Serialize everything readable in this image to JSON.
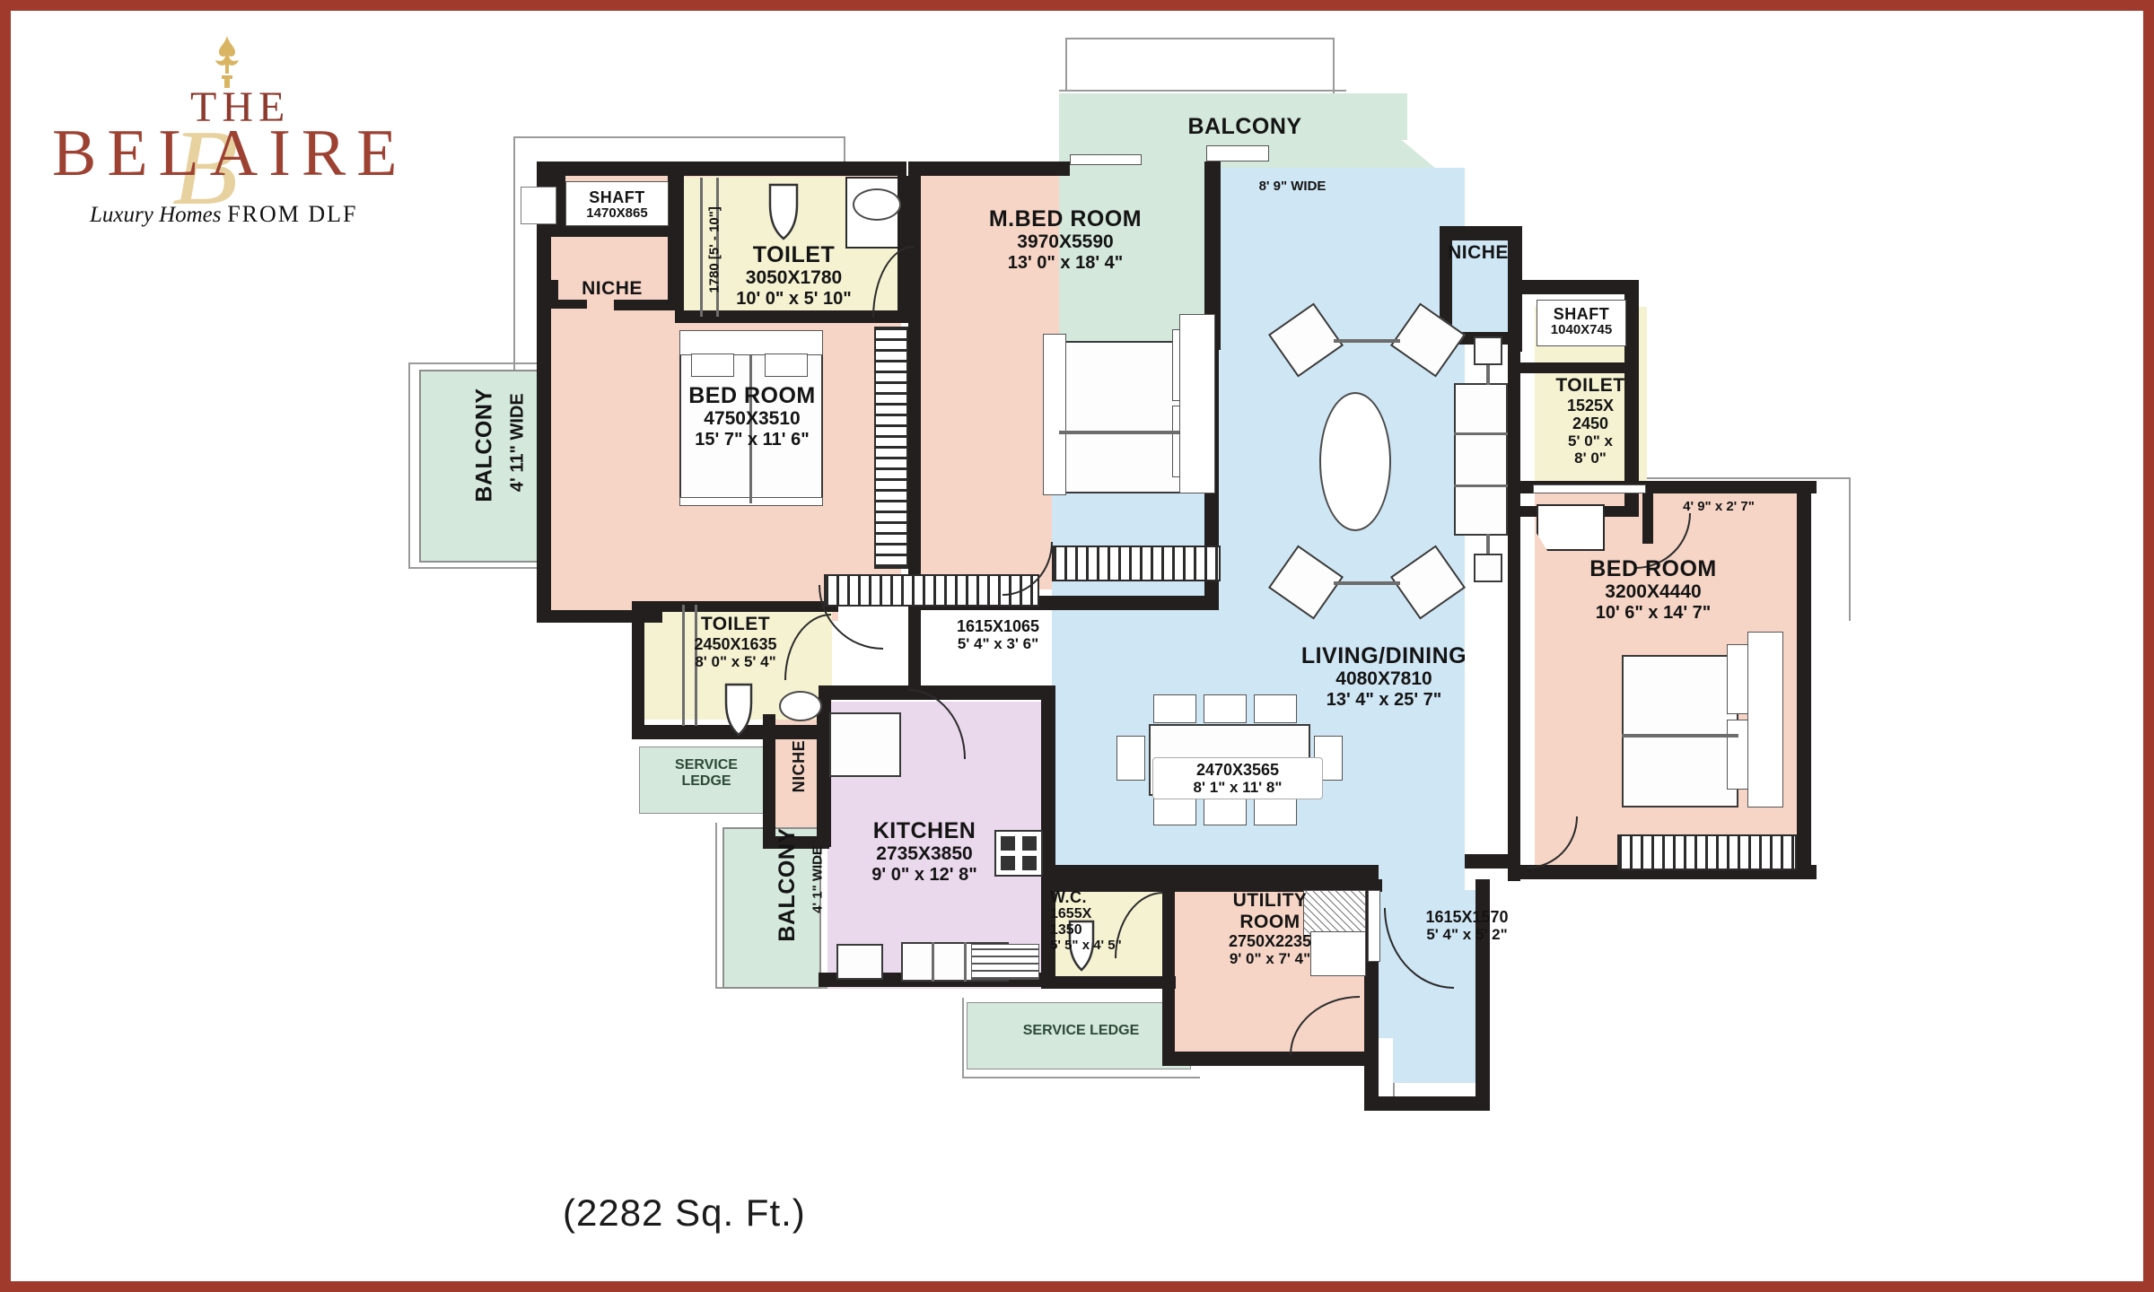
{
  "brand": {
    "line_the": "THE",
    "line_name": "BELAIRE",
    "script_letter": "B",
    "tagline_italic": "Luxury Homes",
    "tagline_caps": "FROM DLF",
    "accent_color": "#9d4233",
    "gold_color": "#d9b463",
    "frame_color": "#a03a2c"
  },
  "footer": {
    "area_label": "(2282 Sq. Ft.)"
  },
  "legend_colors": {
    "bedroom": "#f6d5c6",
    "living": "#cfe6f4",
    "balcony": "#d4e8dc",
    "toilet": "#f5f2d2",
    "kitchen": "#ead8ec",
    "wall": "#231f1e"
  },
  "rooms": {
    "shaft_left": {
      "name": "SHAFT",
      "mm": "1470X865",
      "ft": ""
    },
    "niche_left": {
      "name": "NICHE",
      "mm": "",
      "ft": ""
    },
    "toilet_top": {
      "name": "TOILET",
      "mm": "3050X1780",
      "ft": "10' 0\" x 5' 10\""
    },
    "toilet_top_side": {
      "name": "1780 [5' - 10\"]"
    },
    "bedroom_left": {
      "name": "BED ROOM",
      "mm": "4750X3510",
      "ft": "15' 7\" x 11' 6\""
    },
    "master_bed": {
      "name": "M.BED ROOM",
      "mm": "3970X5590",
      "ft": "13' 0\" x 18' 4\""
    },
    "balcony_top": {
      "name": "BALCONY",
      "mm": "",
      "ft": "8' 9\" WIDE"
    },
    "balcony_left": {
      "name": "BALCONY",
      "mm": "",
      "ft": "4' 11\" WIDE"
    },
    "balcony_bottom": {
      "name": "BALCONY",
      "mm": "",
      "ft": "4' 1\" WIDE"
    },
    "niche_right": {
      "name": "NICHE",
      "mm": "",
      "ft": ""
    },
    "shaft_right": {
      "name": "SHAFT",
      "mm": "1040X745",
      "ft": ""
    },
    "toilet_right": {
      "name": "TOILET",
      "mm": "1525X",
      "mm2": "2450",
      "ft": "5' 0\" x",
      "ft2": "8' 0\""
    },
    "bedroom_right": {
      "name": "BED ROOM",
      "mm": "3200X4440",
      "ft": "10' 6\" x 14' 7\""
    },
    "dress_right": {
      "name": "",
      "mm": "",
      "ft": "4' 9\" x 2' 7\""
    },
    "living_dining": {
      "name": "LIVING/DINING",
      "mm": "4080X7810",
      "ft": "13' 4\" x 25' 7\""
    },
    "dining_inset": {
      "name": "",
      "mm": "2470X3565",
      "ft": "8' 1\" x 11' 8\""
    },
    "corridor": {
      "name": "",
      "mm": "1615X1065",
      "ft": "5' 4\" x 3' 6\""
    },
    "toilet_mid": {
      "name": "TOILET",
      "mm": "2450X1635",
      "ft": "8' 0\" x 5' 4\""
    },
    "niche_mid": {
      "name": "NICHE",
      "mm": "",
      "ft": ""
    },
    "service_ledge_left": {
      "name": "SERVICE",
      "name2": "LEDGE"
    },
    "service_ledge_bottom": {
      "name": "SERVICE LEDGE"
    },
    "kitchen": {
      "name": "KITCHEN",
      "mm": "2735X3850",
      "ft": "9' 0\" x 12' 8\""
    },
    "wc": {
      "name": "W.C.",
      "mm": "1655X",
      "mm2": "1350",
      "ft": "5' 5\" x 4' 5\""
    },
    "utility": {
      "name": "UTILITY",
      "name2": "ROOM",
      "mm": "2750X2235",
      "ft": "9' 0\" x 7' 4\""
    },
    "entry_foyer": {
      "name": "",
      "mm": "1615X1570",
      "ft": "5' 4\" x 5' 2\""
    }
  }
}
